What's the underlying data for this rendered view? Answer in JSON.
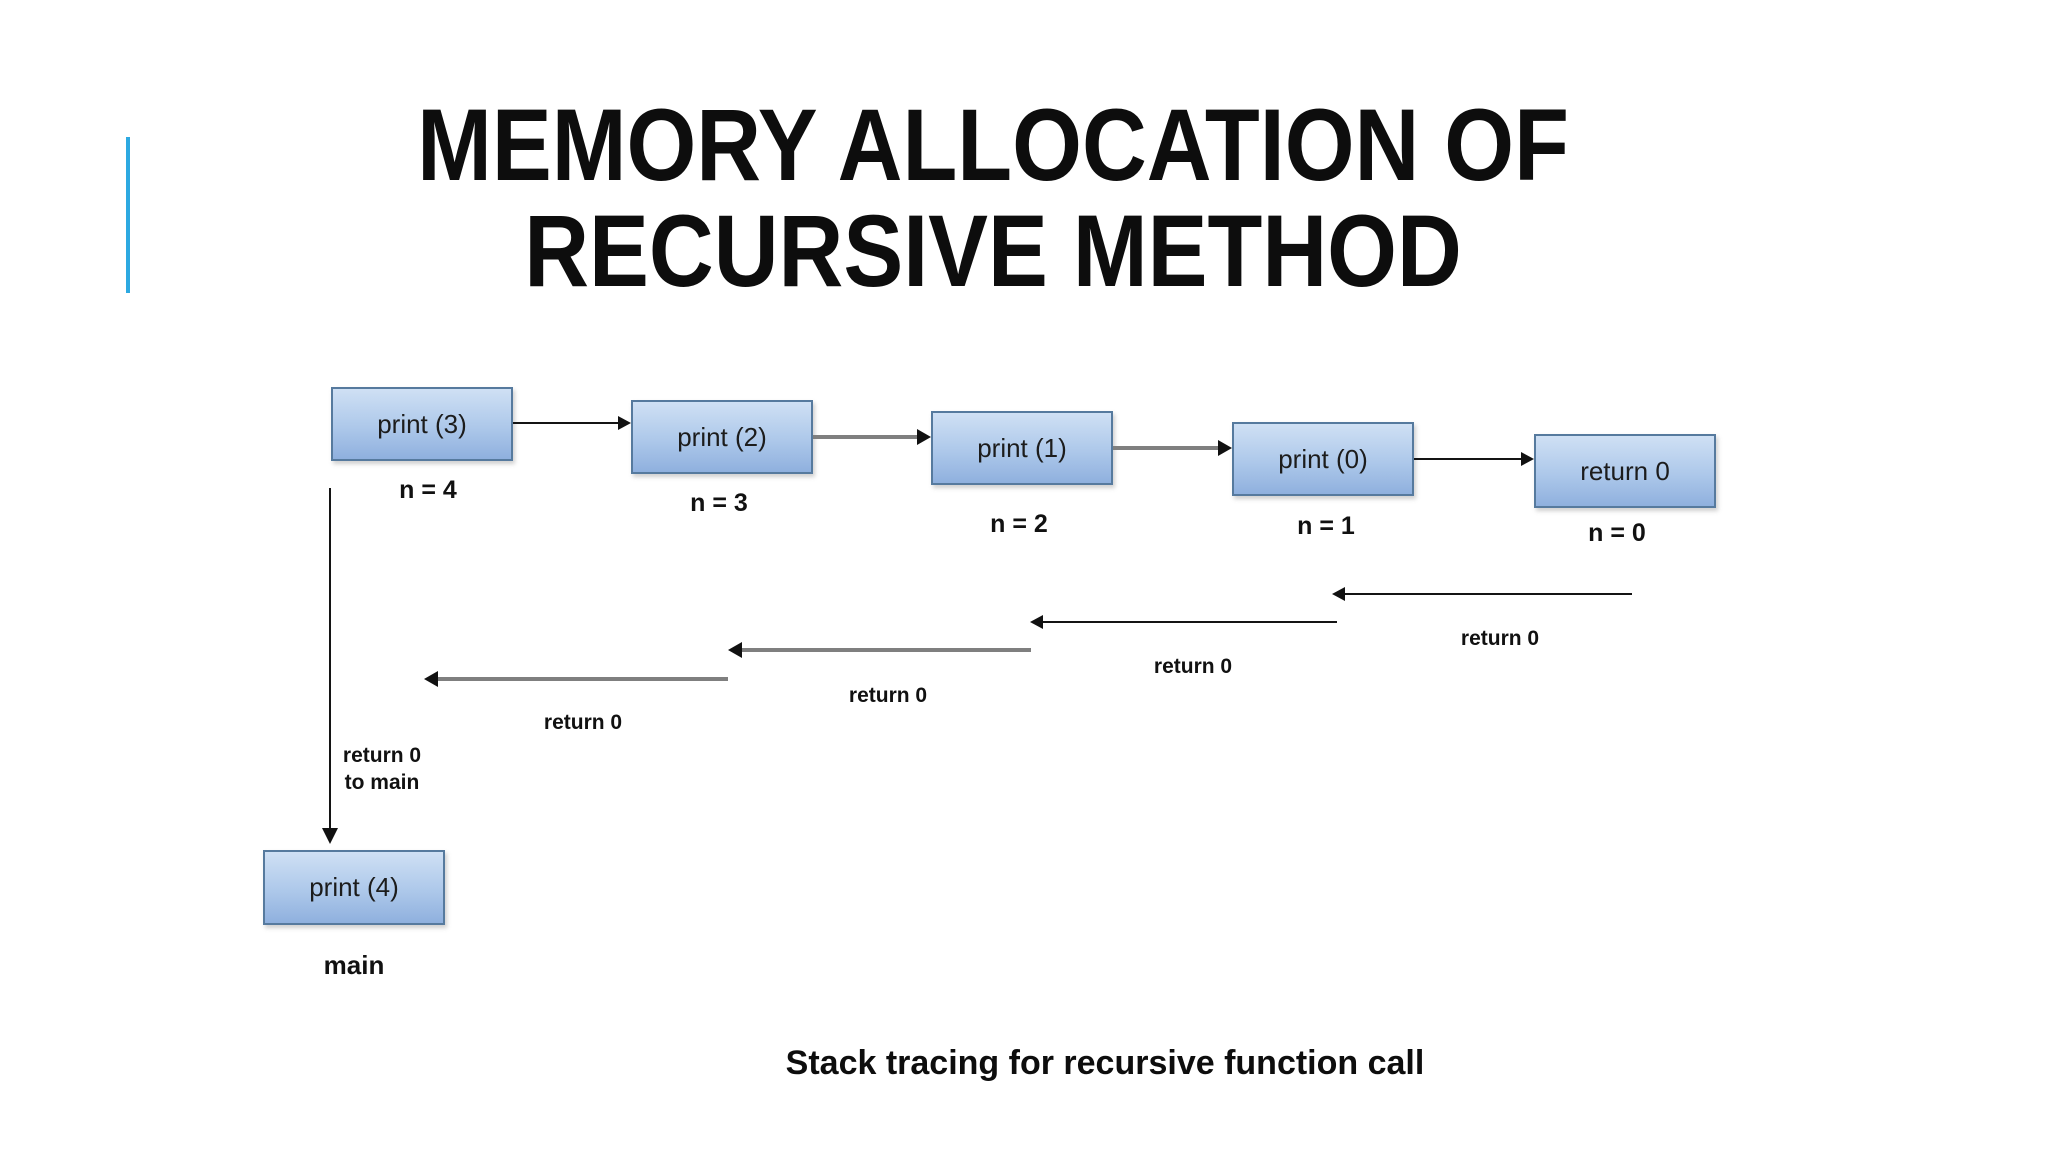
{
  "slide": {
    "title_line1": "MEMORY ALLOCATION OF",
    "title_line2": "RECURSIVE METHOD",
    "caption": "Stack tracing for recursive function call"
  },
  "diagram": {
    "call_boxes": [
      {
        "label": "print (3)",
        "sub": "n = 4"
      },
      {
        "label": "print (2)",
        "sub": "n = 3"
      },
      {
        "label": "print (1)",
        "sub": "n = 2"
      },
      {
        "label": "print (0)",
        "sub": "n = 1"
      },
      {
        "label": "return 0",
        "sub": "n = 0"
      }
    ],
    "return_labels": [
      "return 0",
      "return 0",
      "return 0",
      "return 0"
    ],
    "vertical_return_label_line1": "return 0",
    "vertical_return_label_line2": "to main",
    "main_box": {
      "label": "print (4)",
      "sub": "main"
    }
  },
  "colors": {
    "accent": "#2da9e1",
    "box_top": "#cfe0f4",
    "box_bottom": "#8fb0de",
    "box_border": "#567a9e",
    "arrow_black": "#141414",
    "arrow_gray": "#7f7f7f"
  }
}
